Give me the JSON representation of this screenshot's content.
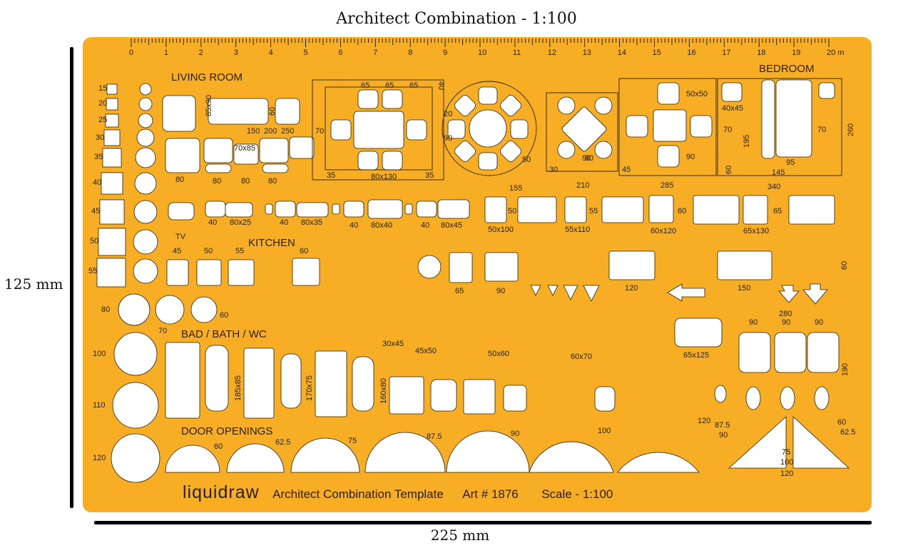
{
  "title": "Architect Combination - 1:100",
  "dimensions": {
    "height": "125 mm",
    "width": "225 mm"
  },
  "ruler": {
    "labels": [
      "0",
      "1",
      "2",
      "3",
      "4",
      "5",
      "6",
      "7",
      "8",
      "9",
      "10",
      "11",
      "12",
      "13",
      "14",
      "15",
      "16",
      "17",
      "18",
      "19",
      "20 m"
    ]
  },
  "sections": {
    "living_room": "LIVING ROOM",
    "bedroom": "BEDROOM",
    "kitchen": "KITCHEN",
    "bath": "BAD / BATH / WC",
    "doors": "DOOR OPENINGS"
  },
  "labels": {
    "squares": [
      "15",
      "20",
      "25",
      "30",
      "35",
      "40",
      "45",
      "50",
      "55"
    ],
    "circles": [
      "80",
      "100",
      "110",
      "120"
    ],
    "circle_small": [
      "70",
      "60"
    ],
    "living": [
      "85x90",
      "60",
      "150",
      "200",
      "250",
      "70x85",
      "80",
      "80",
      "80",
      "80",
      "TV",
      "40",
      "80x25",
      "40",
      "80x35",
      "40",
      "80x40",
      "40",
      "80x45"
    ],
    "dining": [
      "65",
      "65",
      "65",
      "40",
      "70",
      "35",
      "80x130",
      "35",
      "20",
      "90",
      "90",
      "50",
      "155"
    ],
    "bedroom": [
      "50x50",
      "90",
      "210",
      "285",
      "340",
      "30",
      "45",
      "90",
      "40x45",
      "70",
      "195",
      "70",
      "260",
      "95",
      "145",
      "60"
    ],
    "beds": [
      "50",
      "50x100",
      "55",
      "55x110",
      "60",
      "60x120",
      "65",
      "65x130"
    ],
    "kitchen": [
      "45",
      "50",
      "55",
      "60",
      "65",
      "90",
      "120",
      "150",
      "60"
    ],
    "bath": [
      "30x45",
      "45x50",
      "50x60",
      "60x70",
      "65x125",
      "185x85",
      "170x75",
      "160x80",
      "280",
      "90",
      "90",
      "90",
      "190"
    ],
    "doors": [
      "60",
      "62.5",
      "75",
      "87.5",
      "90",
      "100",
      "120",
      "87.5",
      "90",
      "60",
      "62.5",
      "75",
      "100",
      "120"
    ]
  },
  "footer": {
    "brand": "liquidraw",
    "product": "Architect Combination Template",
    "art": "Art # 1876",
    "scale": "Scale - 1:100"
  },
  "colors": {
    "template": "#f7ae24",
    "cutout": "#ffffff",
    "ink": "#2b2007"
  }
}
